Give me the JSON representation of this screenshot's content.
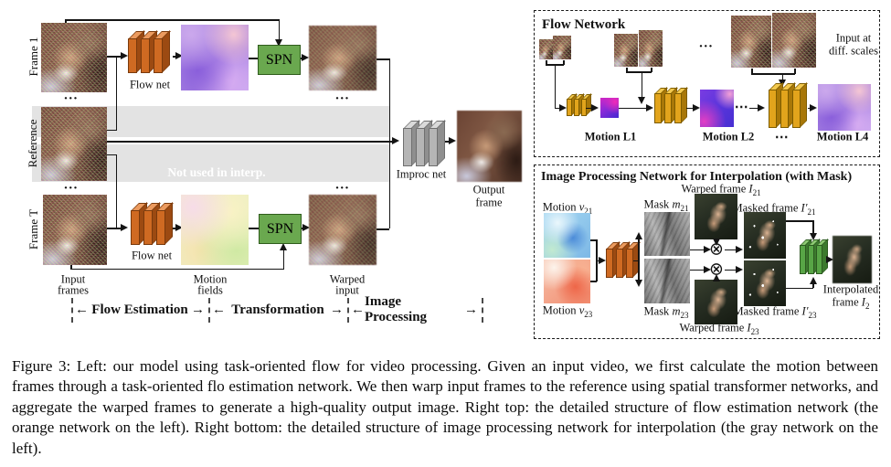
{
  "page": {
    "caption": "Figure 3: Left: our model using task-oriented flow for video processing. Given an input video, we first calculate the motion between frames through a task-oriented flo estimation network. We then warp input frames to the reference using spatial transformer networks, and aggregate the warped frames to generate a high-quality output image. Right top: the detailed structure of flow estimation network (the orange network on the left). Right bottom: the detailed structure of image processing network for interpolation (the gray network on the left)."
  },
  "left_diagram": {
    "frame1_label": "Frame 1",
    "reference_label": "Reference",
    "frameT_label": "Frame T",
    "flow_net_label": "Flow net",
    "spn_label": "SPN",
    "improc_label": "Improc net",
    "output_line1": "Output",
    "output_line2": "frame",
    "not_used_label": "Not used in interp.",
    "ellipsis": "...",
    "input_line1": "Input",
    "input_line2": "frames",
    "motion_line1": "Motion",
    "motion_line2": "fields",
    "warped_line1": "Warped",
    "warped_line2": "input",
    "stage1": "Flow Estimation",
    "stage2": "Transformation",
    "stage3": "Image Processing",
    "arrow_left": "←",
    "arrow_right": "→"
  },
  "flow_network": {
    "title": "Flow Network",
    "note_line1": "Input at",
    "note_line2": "diff. scales",
    "label_l1": "Motion L1",
    "label_l2": "Motion L2",
    "label_l4": "Motion L4",
    "dots": "⋯",
    "ellipsis": "..."
  },
  "interp_network": {
    "title": "Image Processing Network for Interpolation (with Mask)",
    "multiply_icon": "⊗",
    "labels": {
      "warped21": {
        "pre": "Warped frame ",
        "v": "I",
        "sub": "21"
      },
      "motion21": {
        "pre": "Motion ",
        "v": "v",
        "sub": "21"
      },
      "mask21": {
        "pre": "Mask ",
        "v": "m",
        "sub": "21"
      },
      "masked21": {
        "pre": "Masked frame ",
        "v": "I′",
        "sub": "21"
      },
      "motion23": {
        "pre": "Motion ",
        "v": "v",
        "sub": "23"
      },
      "mask23": {
        "pre": "Mask ",
        "v": "m",
        "sub": "23"
      },
      "masked23": {
        "pre": "Masked frame ",
        "v": "I′",
        "sub": "23"
      },
      "warped23": {
        "pre": "Warped frame ",
        "v": "I",
        "sub": "23"
      },
      "interp_line1": "Interpolated",
      "interp_pre": "frame ",
      "interp_v": "I",
      "interp_sub": "2"
    }
  },
  "colors": {
    "flow_net_orange": "#cf6a22",
    "flow_network_yellow": "#e2a41c",
    "improc_gray": "#b5b5b5",
    "interp_green": "#58a546",
    "spn_green": "#6aa84f",
    "band_gray": "#e3e3e3"
  }
}
